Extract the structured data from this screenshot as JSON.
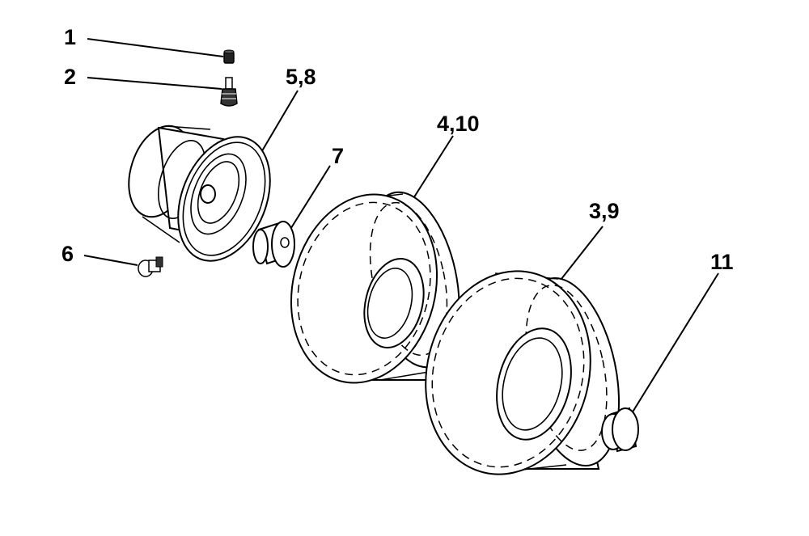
{
  "diagram": {
    "callouts": [
      {
        "id": "c1",
        "label": "1"
      },
      {
        "id": "c2",
        "label": "2"
      },
      {
        "id": "c58",
        "label": "5,8"
      },
      {
        "id": "c7",
        "label": "7"
      },
      {
        "id": "c410",
        "label": "4,10"
      },
      {
        "id": "c39",
        "label": "3,9"
      },
      {
        "id": "c6",
        "label": "6"
      },
      {
        "id": "c11",
        "label": "11"
      }
    ],
    "colors": {
      "line": "#000000",
      "background": "#ffffff"
    }
  }
}
